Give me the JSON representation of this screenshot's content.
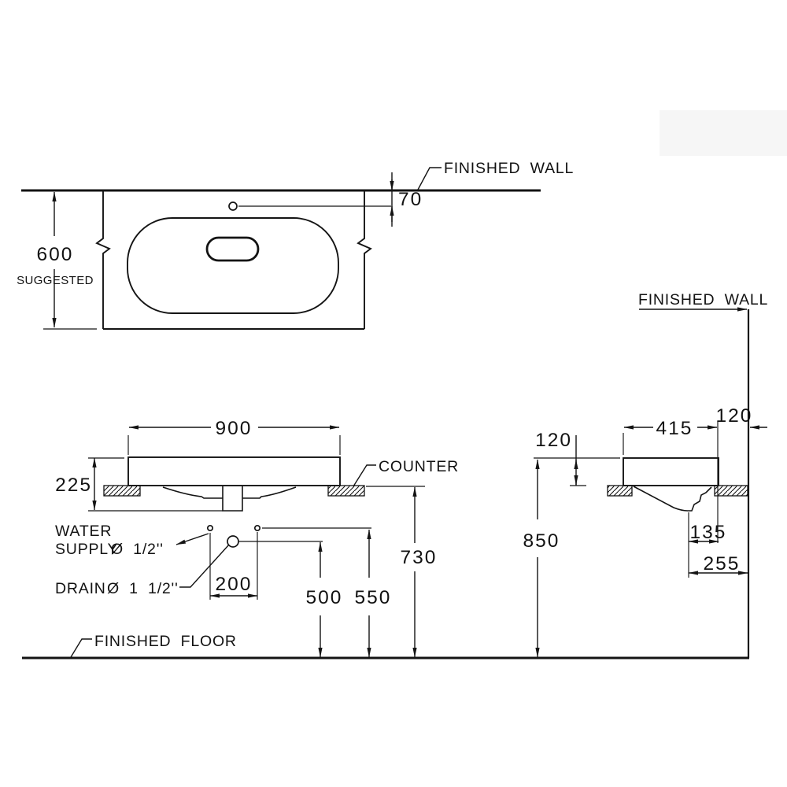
{
  "labels": {
    "finished_wall_top": "FINISHED WALL",
    "finished_wall_side": "FINISHED WALL",
    "counter": "COUNTER",
    "finished_floor": "FINISHED FLOOR",
    "suggested": "SUGGESTED",
    "water_supply_line1": "WATER",
    "water_supply_line2": "SUPPLY",
    "water_supply_spec": "Ø 1/2''",
    "drain_label": "DRAIN",
    "drain_spec": "Ø 1  1/2''"
  },
  "dims": {
    "counter_depth_suggested": "600",
    "faucet_to_wall": "70",
    "basin_width": "900",
    "basin_total_height": "225",
    "supply_spacing": "200",
    "drain_height": "500",
    "supply_height": "550",
    "counter_height": "730",
    "basin_depth": "415",
    "rim_above_counter": "120",
    "back_to_wall": "120",
    "drain_to_back_edge": "135",
    "drain_to_wall": "255",
    "rim_height": "850"
  }
}
